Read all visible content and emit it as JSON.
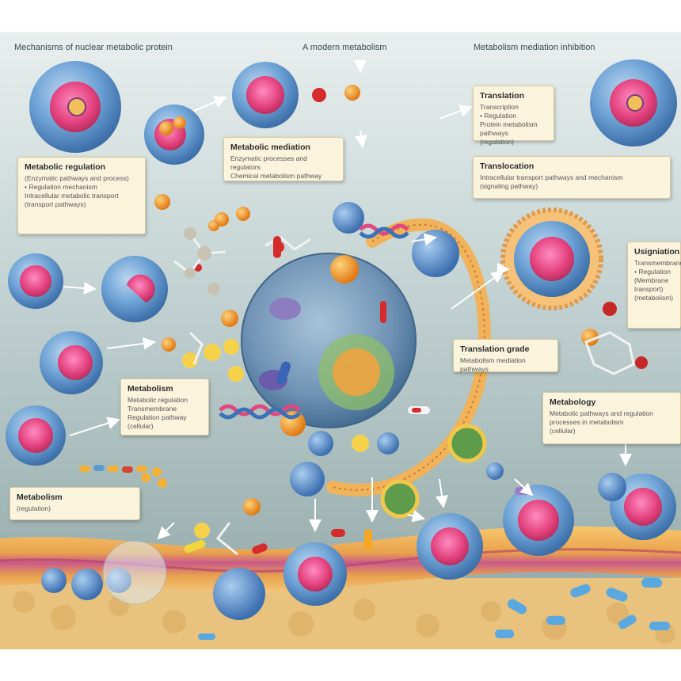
{
  "headers": {
    "left": "Mechanisms of nuclear metabolic protein",
    "center": "A modern metabolism",
    "right": "Metabolism mediation inhibition"
  },
  "labels": {
    "left_top": {
      "title": "Metabolic regulation",
      "lines": [
        "(Enzymatic pathways and process)",
        "• Regulation mechanism",
        "Intracellular metabolic transport",
        "(transport pathways)"
      ]
    },
    "center_top": {
      "title": "Metabolic mediation",
      "lines": [
        "Enzymatic processes and regulators",
        "Chemical metabolism pathway"
      ]
    },
    "right_top": {
      "title": "Translation",
      "lines": [
        "Transcription",
        "• Regulation",
        "Protein metabolism pathways",
        "(regulation)"
      ]
    },
    "right_mid": {
      "title": "Translocation",
      "lines": [
        "Intracellular transport pathways and mechanism",
        "(signaling pathway)"
      ]
    },
    "right_side": {
      "title": "Usigniation",
      "lines": [
        "Transmembrane",
        "• Regulation",
        "(Membrane transport)",
        "(metabolism)"
      ]
    },
    "center_mid": {
      "title": "Translation grade",
      "lines": [
        "Metabolism mediation pathways"
      ]
    },
    "left_mid": {
      "title": "Metabolism",
      "lines": [
        "Metabolic regulation",
        "Transmembrane",
        "Regulation pathway",
        "(cellular)"
      ]
    },
    "right_low": {
      "title": "Metabology",
      "lines": [
        "Metabolic pathways and regulation processes in metabolism",
        "(cellular)"
      ]
    },
    "left_low": {
      "title": "Metabolism",
      "lines": [
        "(regulation)"
      ]
    }
  },
  "colors": {
    "cell_blue": "#5b9bd5",
    "nucleus_pink": "#e8457e",
    "membrane_orange": "#f0b35a",
    "label_bg": "#fbf4dd"
  }
}
